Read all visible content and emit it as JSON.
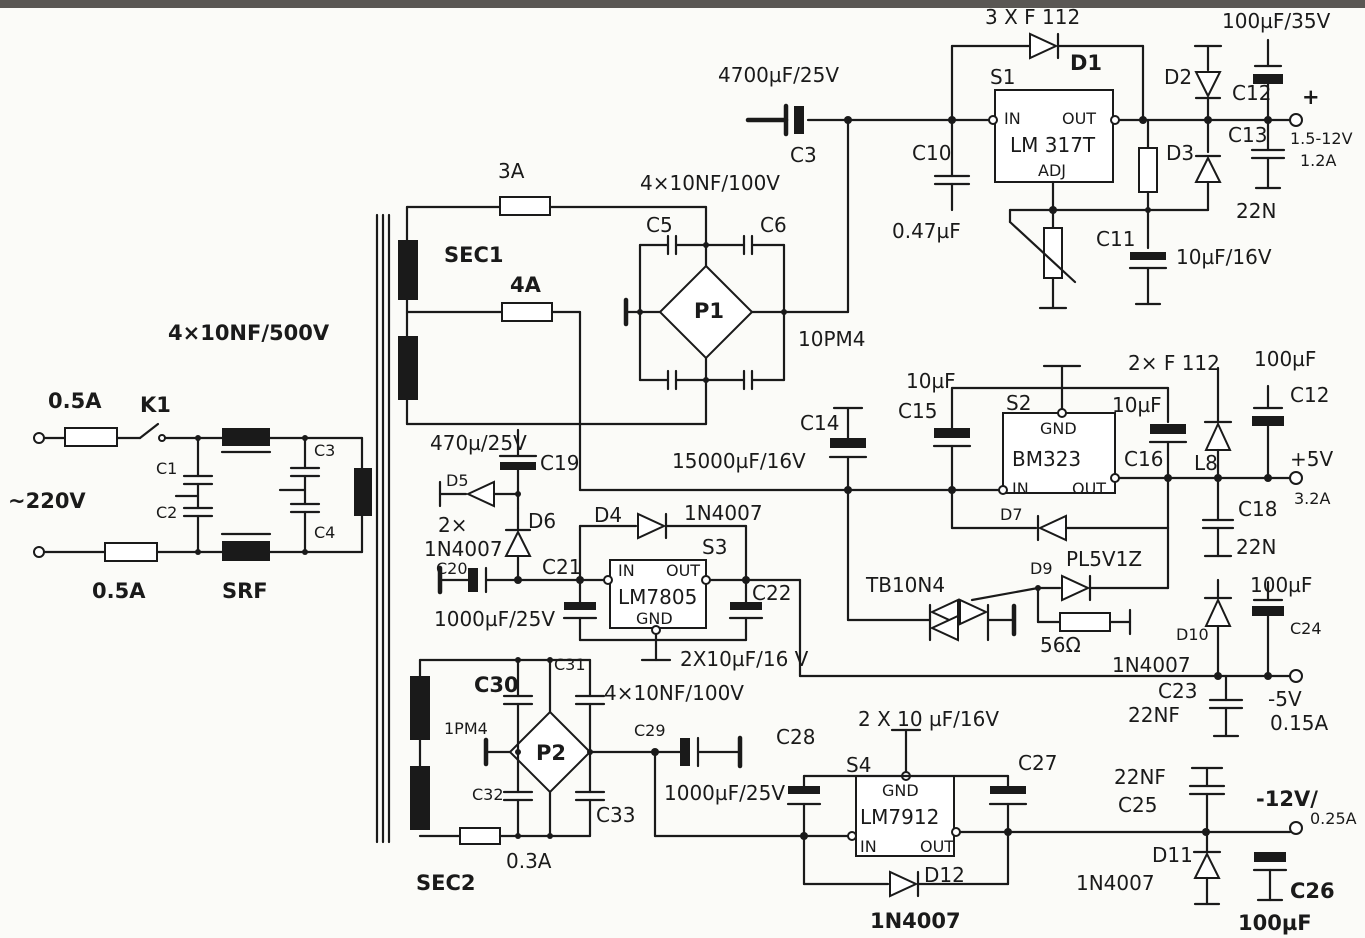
{
  "labels": {
    "l_3xf112": "3 X F 112",
    "l_d1": "D1",
    "l_100uf_35v": "100µF/35V",
    "l_4700uf": "4700µF/25V",
    "l_s1": "S1",
    "l_in1": "IN",
    "l_out1": "OUT",
    "l_lm317": "LM 317T",
    "l_adj": "ADJ",
    "l_d2": "D2",
    "l_c12a": "C12",
    "l_plus": "+",
    "l_v15": "1.5-12V",
    "l_a12": "1.2A",
    "l_c3": "C3",
    "l_c10": "C10",
    "l_d3": "D3",
    "l_c13": "C13",
    "l_3a": "3A",
    "l_4x10nf100": "4×10NF/100V",
    "l_22n_a": "22N",
    "l_c5": "C5",
    "l_c6": "C6",
    "l_047": "0.47µF",
    "l_c11": "C11",
    "l_10uf16": "10µF/16V",
    "l_sec1": "SEC1",
    "l_4a": "4A",
    "l_p1": "P1",
    "l_10pm4": "10PM4",
    "l_4x10nf500": "4×10NF/500V",
    "l_c1cap": "C1",
    "l_c2cap": "C2",
    "l_05a1": "0.5A",
    "l_k1": "K1",
    "l_c3small": "C3",
    "l_c4small": "C4",
    "l_10uf_a": "10µF",
    "l_c14": "C14",
    "l_c15": "C15",
    "l_s2": "S2",
    "l_gnd2": "GND",
    "l_10uf_b": "10µF",
    "l_2xf112": "2× F 112",
    "l_100uf_a": "100µF",
    "l_c12b": "C12",
    "l_bm323": "BM323",
    "l_c16": "C16",
    "l_l8": "L8",
    "l_5v": "+5V",
    "l_32a": "3.2A",
    "l_470u": "470µ/25V",
    "l_c19": "C19",
    "l_15000": "15000µF/16V",
    "l_in2": "IN",
    "l_out2": "OUT",
    "l_220v": "~220V",
    "l_d5": "D5",
    "l_d6": "D6",
    "l_d4": "D4",
    "l_1n4007a": "1N4007",
    "l_d7": "D7",
    "l_c18": "C18",
    "l_2x": "2×",
    "l_1n4007b": "1N4007",
    "l_s3": "S3",
    "l_22n_b": "22N",
    "l_c20": "C20",
    "l_c21": "C21",
    "l_in3": "IN",
    "l_out3": "OUT",
    "l_lm7805": "LM7805",
    "l_gnd3": "GND",
    "l_c22": "C22",
    "l_tb10": "TB10N4",
    "l_d9": "D9",
    "l_pl5v1z": "PL5V1Z",
    "l_100uf_b": "100µF",
    "l_05a2": "0.5A",
    "l_srf": "SRF",
    "l_1000uf_a": "1000µF/25V",
    "l_2x10uf16": "2X10µF/16 V",
    "l_56": "56Ω",
    "l_d10": "D10",
    "l_c24": "C24",
    "l_1n4007c": "1N4007",
    "l_c31": "C31",
    "l_4x10nf100b": "4×10NF/100V",
    "l_c30": "C30",
    "l_m5v": "-5V",
    "l_015a": "0.15A",
    "l_1pm4": "1PM4",
    "l_c23b": "C23",
    "l_22nf": "22NF",
    "l_2x10uf16b": "2 X 10 µF/16V",
    "l_c28": "C28",
    "l_c29": "C29",
    "l_p2": "P2",
    "l_s4": "S4",
    "l_gnd4": "GND",
    "l_c27": "C27",
    "l_22nf_b": "22NF",
    "l_c25": "C25",
    "l_m12v": "-12V/",
    "l_025a": "0.25A",
    "l_c32": "C32",
    "l_lm7912": "LM7912",
    "l_in4": "IN",
    "l_out4": "OUT",
    "l_1000uf_b": "1000µF/25V",
    "l_c33": "C33",
    "l_03a": "0.3A",
    "l_d11": "D11",
    "l_1n4007d": "1N4007",
    "l_c26": "C26",
    "l_sec2": "SEC2",
    "l_d12": "D12",
    "l_1n4007e": "1N4007",
    "l_100uf_c": "100µF"
  }
}
